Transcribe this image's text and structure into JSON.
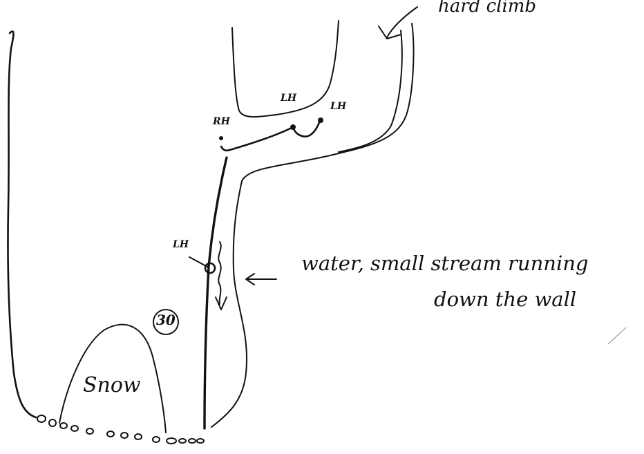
{
  "annotations": {
    "top_note": "hard climb",
    "hold_rh": "RH",
    "hold_lh_1": "LH",
    "hold_lh_2": "LH",
    "hold_lh_3": "LH",
    "water_line_1": "water, small stream running",
    "water_line_2": "down the wall",
    "route_number": "30",
    "snow_label": "Snow"
  }
}
